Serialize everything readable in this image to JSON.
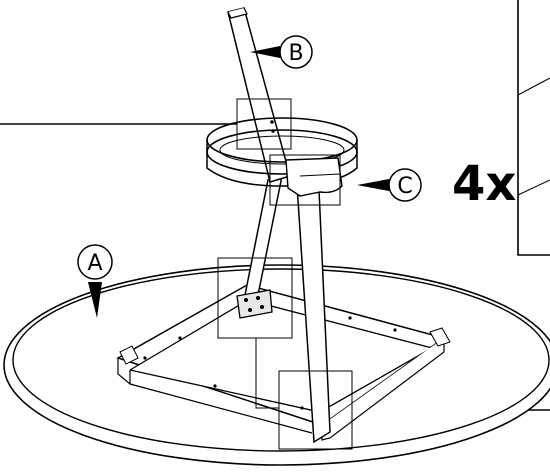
{
  "diagram": {
    "callouts": [
      {
        "id": "A",
        "label": "A"
      },
      {
        "id": "B",
        "label": "B"
      },
      {
        "id": "C",
        "label": "C"
      }
    ],
    "quantity_label": "4x"
  },
  "colors": {
    "line": "#000000",
    "background": "#ffffff",
    "fill_light": "#f2f2f2"
  }
}
